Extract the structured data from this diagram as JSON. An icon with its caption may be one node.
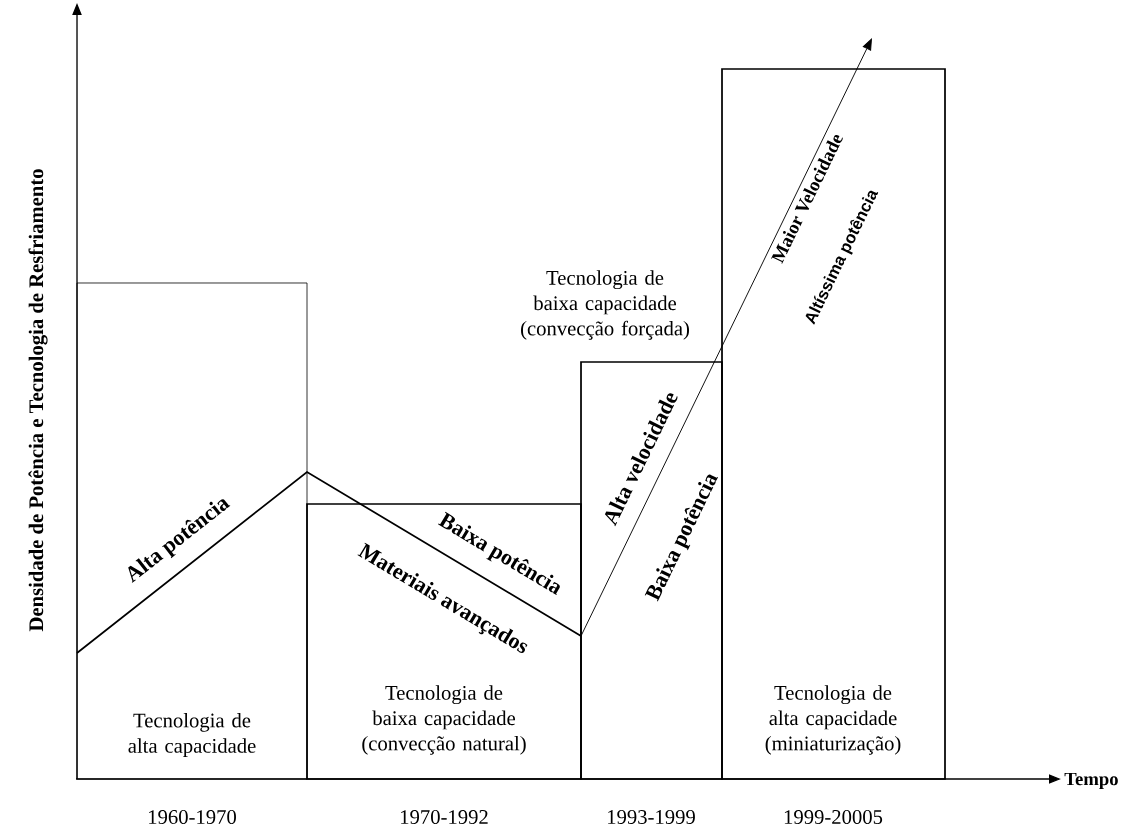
{
  "diagram": {
    "nodes": [
      {
        "text": [
          "Tecnologia de alta capacidade"
        ]
      },
      {
        "text": [
          "Tecnologia de baixa capacidade (convecção natural)"
        ]
      },
      {
        "text": [
          "Tecnologia de baixa capacidade (convecção forçada)"
        ]
      },
      {
        "text": [
          "Tecnologia de alta capacidade (miniaturização)"
        ]
      }
    ],
    "labels": [
      "Densidade de Potência e Tecnologia de Resfriamento",
      "Tempo",
      "1960-1970",
      "1970-1992",
      "1993-1999",
      "1999-20005",
      "Alta potência",
      "Baixa potência",
      "Materiais avançados",
      "Alta velocidade",
      "Baixa potência",
      "Maior Velocidade",
      "Altíssima potência"
    ]
  }
}
